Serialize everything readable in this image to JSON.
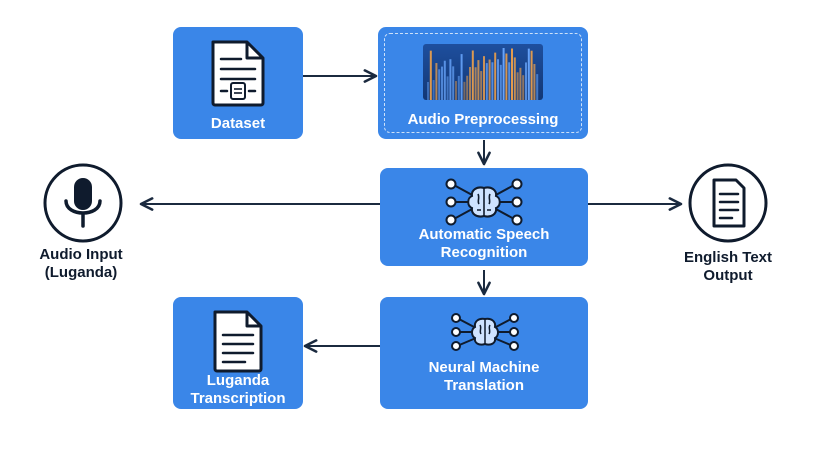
{
  "nodes": {
    "dataset": {
      "label": "Dataset",
      "icon": "document-icon"
    },
    "audio_preprocessing": {
      "label": "Audio Preprocessing",
      "icon": "spectrogram-icon"
    },
    "asr": {
      "label": "Automatic Speech\nRecognition",
      "icon": "neural-network-brain-icon"
    },
    "nmt": {
      "label": "Neural Machine\nTranslation",
      "icon": "neural-network-brain-icon"
    },
    "transcription": {
      "label": "Luganda\nTranscription",
      "icon": "document-icon"
    }
  },
  "externals": {
    "audio_input": {
      "label": "Audio Input\n(Luganda)",
      "icon": "microphone-icon"
    },
    "text_output": {
      "label": "English Text\nOutput",
      "icon": "document-icon"
    }
  },
  "colors": {
    "box": "#3a86e8",
    "dark": "#0f1b2d",
    "arrow": "#1b2a3f",
    "brain": "#cfe3ff"
  }
}
